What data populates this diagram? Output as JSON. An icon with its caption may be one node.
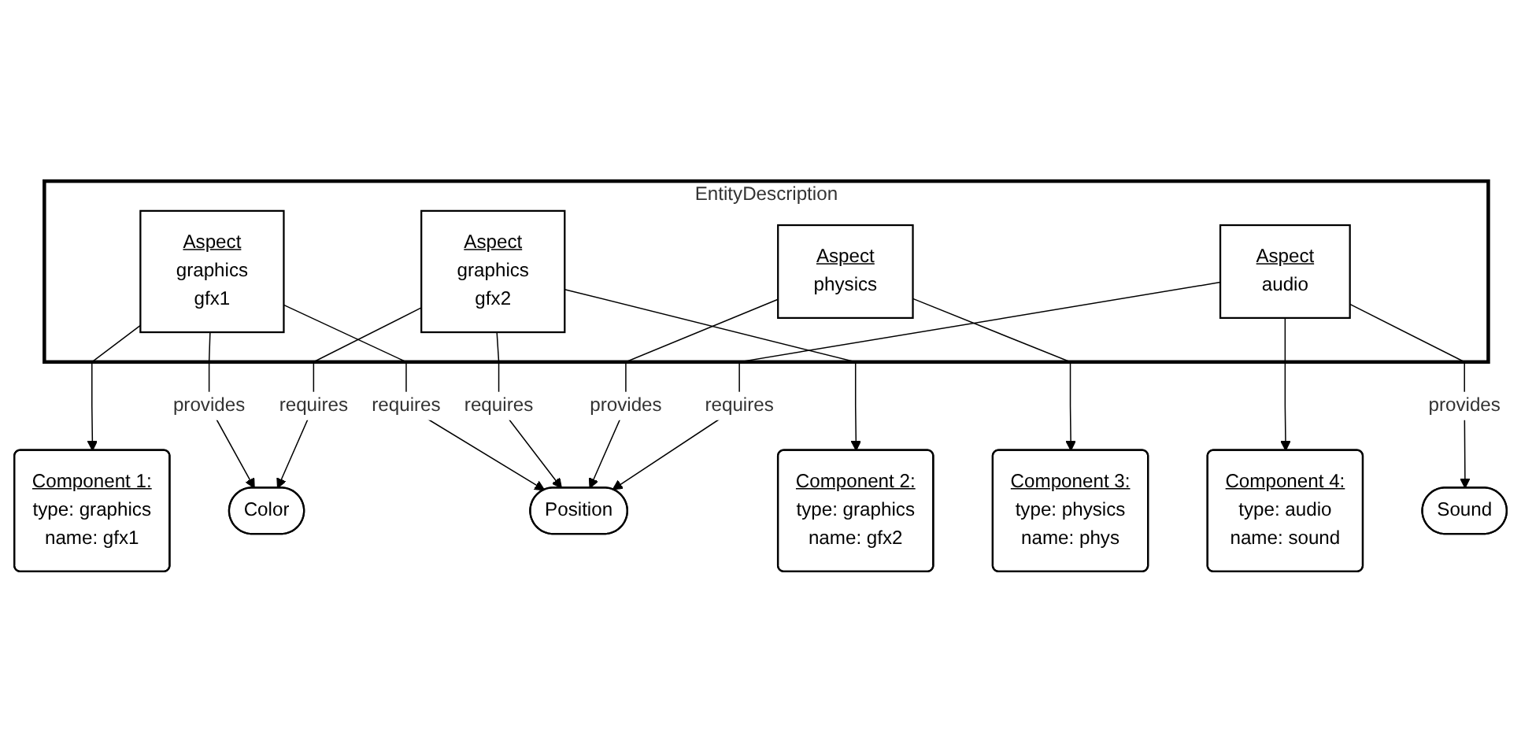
{
  "diagram": {
    "nodes": [
      {
        "text": [
          "Component 2:",
          "type: graphics",
          "name: gfx2"
        ]
      },
      {
        "text": [
          "Component 3:",
          "type: physics",
          "name: phys"
        ]
      },
      {
        "text": [
          "Component 1:",
          "type: graphics",
          "name: gfx1"
        ]
      },
      {
        "text": [
          "EntityDescription"
        ]
      },
      {
        "text": [
          "Aspect",
          "graphics",
          "gfx1"
        ],
        "in": 3
      },
      {
        "text": [
          "Aspect",
          "graphics",
          "gfx2"
        ],
        "in": 3
      },
      {
        "text": [
          "Aspect",
          "physics"
        ],
        "in": 3
      },
      {
        "text": [
          "Aspect",
          "audio"
        ],
        "in": 3
      },
      {
        "text": [
          "Component 4:",
          "type: audio",
          "name: sound"
        ]
      },
      {
        "text": [
          "Color"
        ]
      },
      {
        "text": [
          "Position"
        ]
      },
      {
        "text": [
          "Sound"
        ]
      }
    ],
    "edges": [
      {
        "from": 4,
        "to": 2,
        "arrow": "to"
      },
      {
        "from": 5,
        "to": 0,
        "arrow": "to"
      },
      {
        "from": 6,
        "to": 1,
        "arrow": "to"
      },
      {
        "from": 7,
        "to": 8,
        "arrow": "to"
      },
      {
        "from": 4,
        "to": 9,
        "arrow": "to",
        "label": "provides"
      },
      {
        "from": 4,
        "to": 10,
        "arrow": "to",
        "label": "requires"
      },
      {
        "from": 5,
        "to": 9,
        "arrow": "to",
        "label": "requires"
      },
      {
        "from": 5,
        "to": 10,
        "arrow": "to",
        "label": "requires"
      },
      {
        "from": 6,
        "to": 10,
        "arrow": "to",
        "label": "provides"
      },
      {
        "from": 7,
        "to": 10,
        "arrow": "to",
        "label": "requires"
      },
      {
        "from": 7,
        "to": 11,
        "arrow": "to",
        "label": "provides"
      }
    ]
  }
}
